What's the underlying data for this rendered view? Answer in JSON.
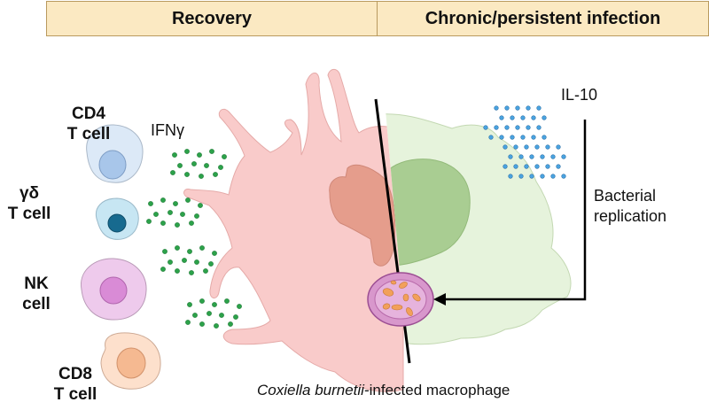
{
  "header": {
    "recovery": "Recovery",
    "chronic": "Chronic/persistent infection"
  },
  "cells": [
    {
      "line1": "CD4",
      "line2": "T cell"
    },
    {
      "line1": "γδ",
      "line2": "T cell"
    },
    {
      "line1": "NK",
      "line2": "cell"
    },
    {
      "line1": "CD8",
      "line2": "T cell"
    }
  ],
  "cytokines": {
    "ifng": "IFNγ",
    "il10": "IL-10"
  },
  "annotation": {
    "line1": "Bacterial",
    "line2": "replication"
  },
  "caption": {
    "species": "Coxiella burnetii",
    "suffix": "-infected macrophage"
  },
  "colors": {
    "header_fill": "#fbe9c2",
    "macrophage_recovery": "#f9cbca",
    "macrophage_chronic": "#e6f3dc",
    "ifng_dots": "#2ca24a",
    "il10_dots": "#3a8fd0"
  }
}
